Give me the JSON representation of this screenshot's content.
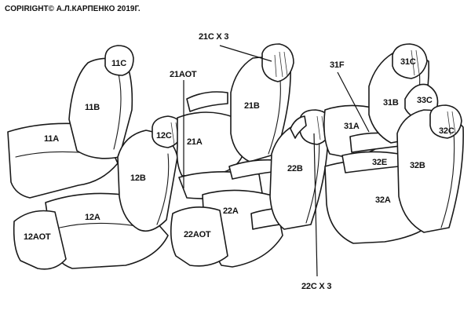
{
  "copyright": "COPIRIGHT© А.Л.КАРПЕНКО 2019Г.",
  "labels": {
    "11C": "11C",
    "11B": "11B",
    "11A": "11A",
    "12C": "12C",
    "12B": "12B",
    "12A": "12A",
    "12AOT": "12AOT",
    "21C": "21C X 3",
    "21AOT": "21AOT",
    "21B": "21B",
    "21A": "21A",
    "22A": "22A",
    "22AOT": "22AOT",
    "22B": "22B",
    "22C": "22C X 3",
    "31F": "31F",
    "31C": "31C",
    "31B": "31B",
    "33C": "33C",
    "31A": "31A",
    "32C": "32C",
    "32E": "32E",
    "32B": "32B",
    "32A": "32A"
  }
}
